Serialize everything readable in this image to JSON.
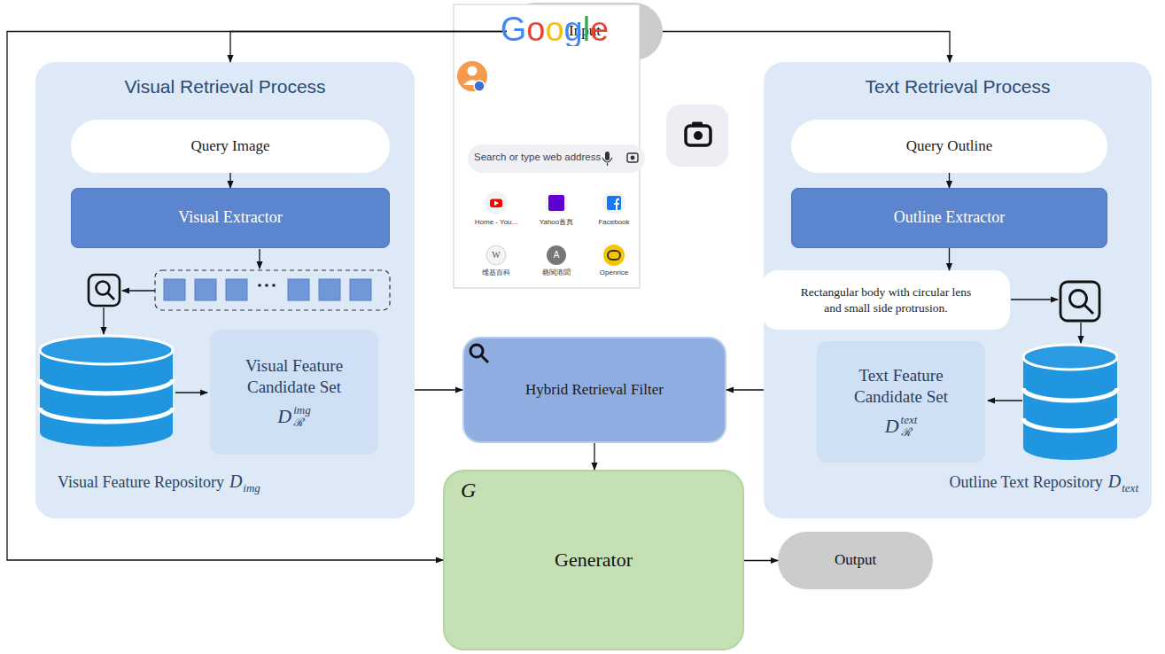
{
  "diagram": {
    "nodes": [
      {
        "text": [
          "Input"
        ]
      },
      {
        "text": [
          "Visual Retrieval Process",
          "Visual Feature Repository",
          "D",
          "img"
        ]
      },
      {
        "text": [
          "Query Image"
        ],
        "in": 1
      },
      {
        "text": [
          "Visual Extractor"
        ],
        "in": 1
      },
      {
        "text": [
          "Visual Feature Candidate Set",
          "D",
          "img",
          "ℛ"
        ],
        "in": 1
      },
      {
        "text": [
          "Hybrid Retrieval Filter"
        ]
      },
      {
        "text": [
          "G",
          "Generator"
        ]
      },
      {
        "text": [
          "Output"
        ]
      },
      {
        "text": [
          "Text Retrieval Process",
          "Outline Text Repository",
          "D",
          "text"
        ]
      },
      {
        "text": [
          "Query Outline"
        ],
        "in": 8
      },
      {
        "text": [
          "Outline Extractor"
        ],
        "in": 8
      },
      {
        "text": [
          "Rectangular body with circular lens and small side protrusion."
        ],
        "in": 8
      },
      {
        "text": [
          "Text Feature Candidate Set",
          "D",
          "text",
          "ℛ"
        ],
        "in": 8
      }
    ],
    "edges": [
      {
        "from": 0,
        "to": 1,
        "arrow": "to"
      },
      {
        "from": 0,
        "to": 8,
        "arrow": "to"
      },
      {
        "from": 0,
        "to": 6,
        "arrow": "to"
      },
      {
        "from": 2,
        "to": 3,
        "arrow": "to"
      },
      {
        "from": 1,
        "to": 5,
        "arrow": "to"
      },
      {
        "from": 8,
        "to": 5,
        "arrow": "to"
      },
      {
        "from": 5,
        "to": 6,
        "arrow": "to"
      },
      {
        "from": 6,
        "to": 7,
        "arrow": "to"
      },
      {
        "from": 9,
        "to": 10,
        "arrow": "to"
      },
      {
        "from": 10,
        "to": 11,
        "arrow": "to"
      }
    ],
    "labels": [
      "Google",
      "Search or type web address",
      "Home - You...",
      "Yahoo首頁",
      "Facebook",
      "维基百科",
      "藝閩港聞",
      "Openrice",
      "W",
      "A"
    ]
  }
}
